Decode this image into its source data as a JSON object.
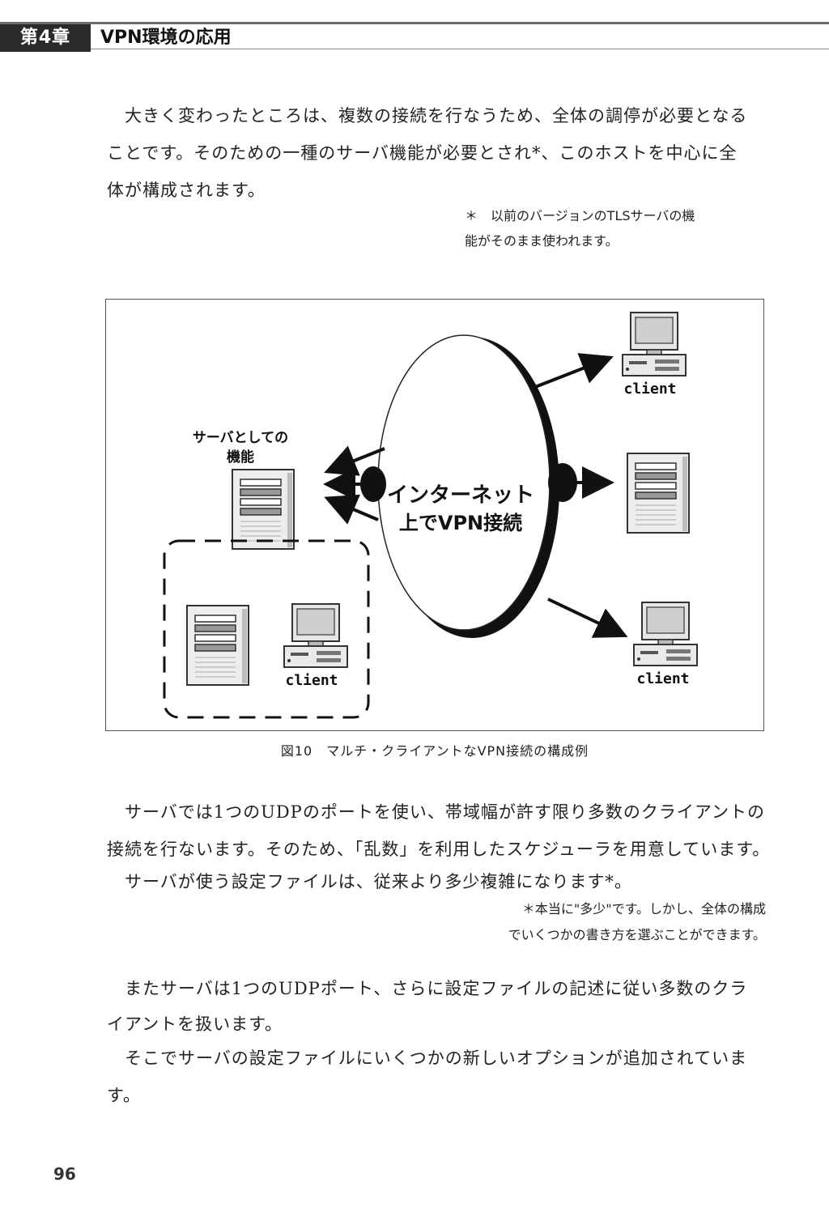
{
  "header": {
    "chapter_label": "第4章",
    "chapter_title": "VPN環境の応用"
  },
  "body": {
    "para1_line1": "大きく変わったところは、複数の接続を行なうため、全体の調停が必要となる",
    "para1_line2": "ことです。そのための一種のサーバ機能が必要とされ*、このホストを中心に全",
    "para1_line3": "体が構成されます。",
    "note1_line1": "＊　以前のバージョンのTLSサーバの機",
    "note1_line2": "能がそのまま使われます。",
    "para2_line1": "サーバでは1つのUDPのポートを使い、帯域幅が許す限り多数のクライアントの",
    "para2_line2": "接続を行ないます。そのため、「乱数」を利用したスケジューラを用意しています。",
    "para3_line1": "サーバが使う設定ファイルは、従来より多少複雑になります*。",
    "note2_line1": "＊本当に\"多少\"です。しかし、全体の構成",
    "note2_line2": "でいくつかの書き方を選ぶことができます。",
    "para4_line1": "またサーバは1つのUDPポート、さらに設定ファイルの記述に従い多数のクラ",
    "para4_line2": "イアントを扱います。",
    "para5_line1": "そこでサーバの設定ファイルにいくつかの新しいオプションが追加されています。"
  },
  "figure": {
    "server_label_line1": "サーバとしての",
    "server_label_line2": "機能",
    "internet_label_line1": "インターネット",
    "internet_label_line2": "上でVPN接続",
    "client_top_right": "client",
    "client_bottom_right": "client",
    "client_local": "client",
    "caption": "図10　マルチ・クライアントなVPN接続の構成例"
  },
  "footer": {
    "page_number": "96"
  }
}
